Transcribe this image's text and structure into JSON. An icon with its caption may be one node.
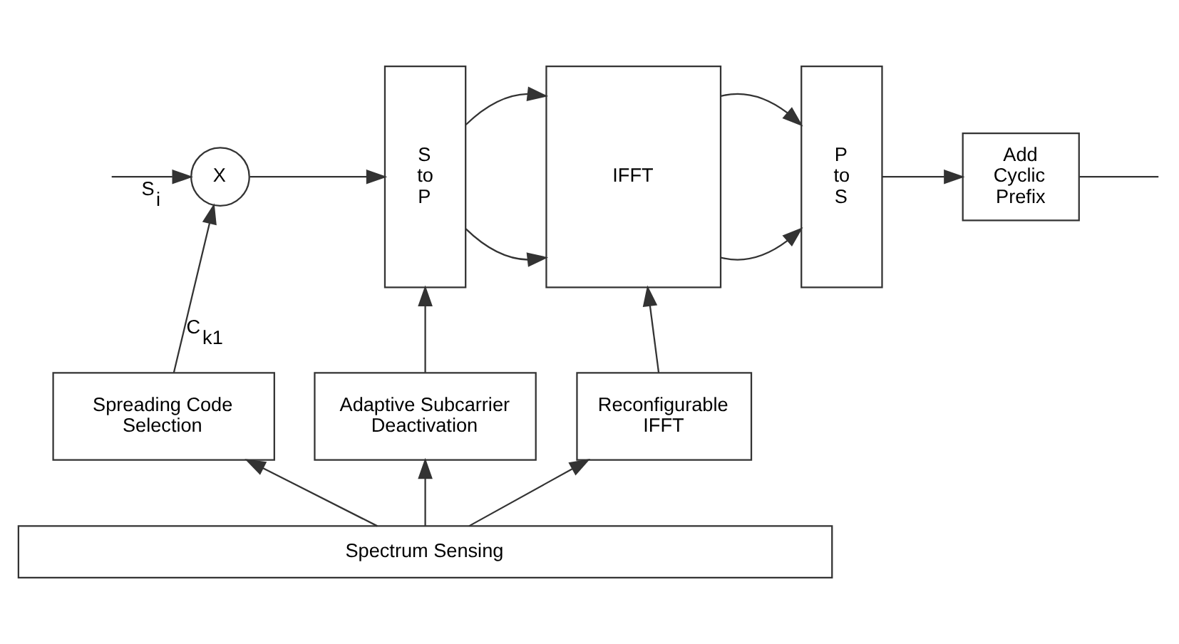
{
  "diagram": {
    "nodes": [
      {
        "text": [
          "X"
        ]
      },
      {
        "text": [
          "S to P"
        ]
      },
      {
        "text": [
          "IFFT"
        ]
      },
      {
        "text": [
          "P to S"
        ]
      },
      {
        "text": [
          "Add Cyclic Prefix"
        ]
      },
      {
        "text": [
          "Spreading Code Selection"
        ]
      },
      {
        "text": [
          "Adaptive Subcarrier Deactivation"
        ]
      },
      {
        "text": [
          "Reconfigurable IFFT"
        ]
      },
      {
        "text": [
          "Spectrum Sensing"
        ]
      }
    ],
    "edges": [
      {
        "from": null,
        "to": 0,
        "arrow": "to",
        "label": "S$_{i}$"
      },
      {
        "from": 0,
        "to": 1,
        "arrow": "to"
      },
      {
        "from": 1,
        "to": 2,
        "arrow": "to"
      },
      {
        "from": 1,
        "to": 2,
        "arrow": "to"
      },
      {
        "from": 2,
        "to": 3,
        "arrow": "to"
      },
      {
        "from": 2,
        "to": 3,
        "arrow": "to"
      },
      {
        "from": 3,
        "to": 4,
        "arrow": "to"
      },
      {
        "from": 4,
        "to": null,
        "arrow": "none"
      },
      {
        "from": 5,
        "to": 0,
        "arrow": "to",
        "label": "C$_{k1}$"
      },
      {
        "from": 6,
        "to": 1,
        "arrow": "to"
      },
      {
        "from": 7,
        "to": 2,
        "arrow": "to"
      },
      {
        "from": 8,
        "to": 5,
        "arrow": "to"
      },
      {
        "from": 8,
        "to": 6,
        "arrow": "to"
      },
      {
        "from": 8,
        "to": 7,
        "arrow": "to"
      }
    ]
  }
}
